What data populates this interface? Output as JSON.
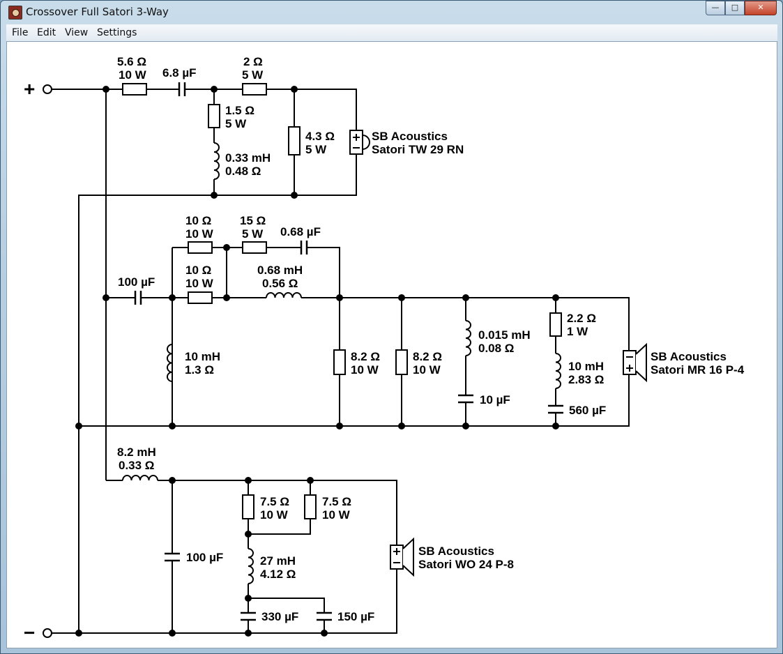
{
  "window": {
    "title": "Crossover Full Satori 3-Way",
    "controls": {
      "minimize": "—",
      "maximize": "□",
      "close": "✕"
    }
  },
  "menu": [
    "File",
    "Edit",
    "View",
    "Settings"
  ],
  "terminals": {
    "plus": "+",
    "minus": "−"
  },
  "tweeter": {
    "r1": [
      "5.6 Ω",
      "10 W"
    ],
    "c1": "6.8 µF",
    "r2": [
      "2 Ω",
      "5 W"
    ],
    "r3": [
      "1.5 Ω",
      "5 W"
    ],
    "l1": [
      "0.33 mH",
      "0.48 Ω"
    ],
    "r4": [
      "4.3 Ω",
      "5 W"
    ],
    "driver": [
      "SB Acoustics",
      "Satori TW 29 RN"
    ]
  },
  "midrange": {
    "ra": [
      "10 Ω",
      "10 W"
    ],
    "rb": [
      "15 Ω",
      "5 W"
    ],
    "ca": "0.68 µF",
    "rc": [
      "10 Ω",
      "10 W"
    ],
    "la": [
      "0.68 mH",
      "0.56 Ω"
    ],
    "c100": "100 µF",
    "l10": [
      "10 mH",
      "1.3 Ω"
    ],
    "r82a": [
      "8.2 Ω",
      "10 W"
    ],
    "r82b": [
      "8.2 Ω",
      "10 W"
    ],
    "l015": [
      "0.015 mH",
      "0.08 Ω"
    ],
    "c10": "10 µF",
    "r22": [
      "2.2 Ω",
      "1 W"
    ],
    "l10b": [
      "10 mH",
      "2.83 Ω"
    ],
    "c560": "560 µF",
    "driver": [
      "SB Acoustics",
      "Satori MR 16 P-4"
    ]
  },
  "woofer": {
    "l82": [
      "8.2 mH",
      "0.33 Ω"
    ],
    "c100": "100 µF",
    "r75a": [
      "7.5 Ω",
      "10 W"
    ],
    "r75b": [
      "7.5 Ω",
      "10 W"
    ],
    "l27": [
      "27 mH",
      "4.12 Ω"
    ],
    "c330": "330 µF",
    "c150": "150 µF",
    "driver": [
      "SB Acoustics",
      "Satori WO 24 P-8"
    ]
  }
}
